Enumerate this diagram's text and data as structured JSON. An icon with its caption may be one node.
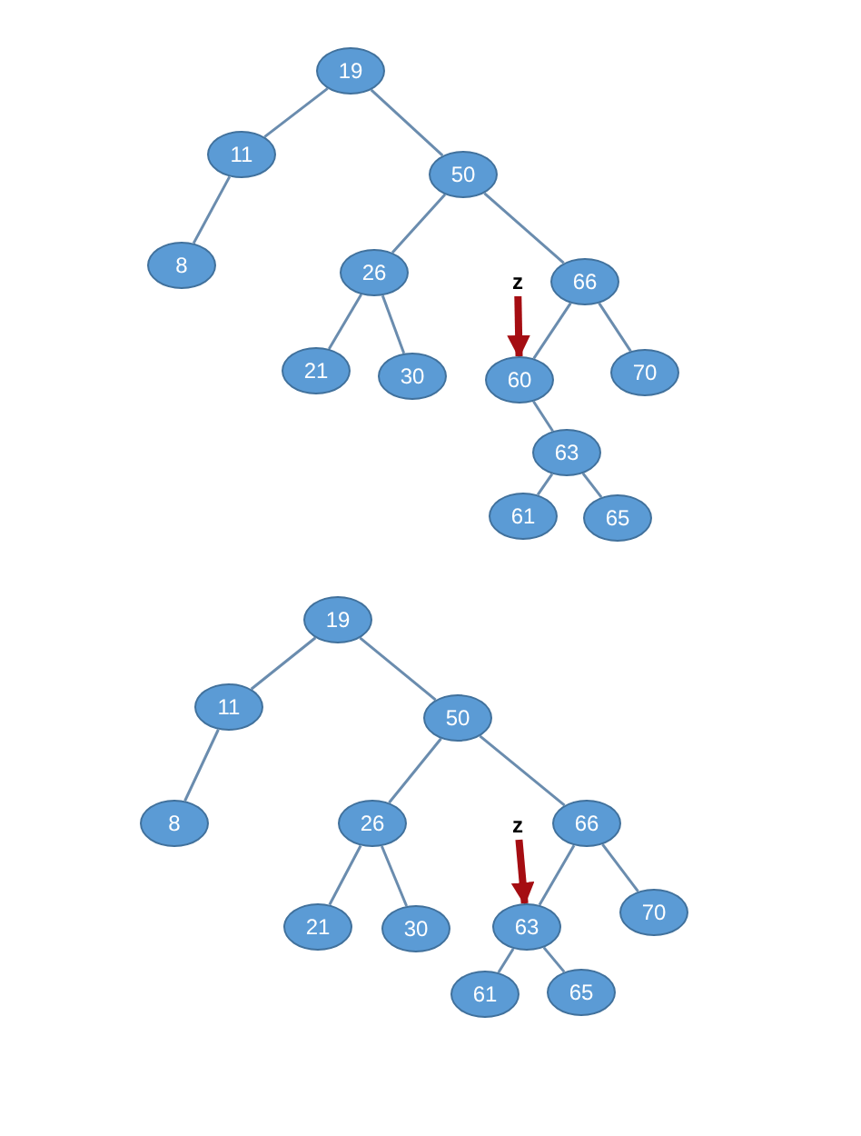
{
  "diagram": {
    "nodes": [
      {
        "text": [
          "19"
        ]
      },
      {
        "text": [
          "11"
        ]
      },
      {
        "text": [
          "50"
        ]
      },
      {
        "text": [
          "8"
        ]
      },
      {
        "text": [
          "26"
        ]
      },
      {
        "text": [
          "z"
        ]
      },
      {
        "text": [
          "66"
        ]
      },
      {
        "text": [
          "21"
        ]
      },
      {
        "text": [
          "30"
        ]
      },
      {
        "text": [
          "60"
        ]
      },
      {
        "text": [
          "70"
        ]
      },
      {
        "text": [
          "63"
        ]
      },
      {
        "text": [
          "61"
        ]
      },
      {
        "text": [
          "65"
        ]
      },
      {
        "text": [
          "19"
        ]
      },
      {
        "text": [
          "11"
        ]
      },
      {
        "text": [
          "50"
        ]
      },
      {
        "text": [
          "8"
        ]
      },
      {
        "text": [
          "26"
        ]
      },
      {
        "text": [
          "z"
        ]
      },
      {
        "text": [
          "66"
        ]
      },
      {
        "text": [
          "21"
        ]
      },
      {
        "text": [
          "30"
        ]
      },
      {
        "text": [
          "63"
        ]
      },
      {
        "text": [
          "70"
        ]
      },
      {
        "text": [
          "61"
        ]
      },
      {
        "text": [
          "65"
        ]
      }
    ],
    "edges": [
      {
        "from": 0,
        "to": 1,
        "arrow": "none"
      },
      {
        "from": 0,
        "to": 2,
        "arrow": "none"
      },
      {
        "from": 1,
        "to": 3,
        "arrow": "none"
      },
      {
        "from": 2,
        "to": 4,
        "arrow": "none"
      },
      {
        "from": 2,
        "to": 6,
        "arrow": "none"
      },
      {
        "from": 4,
        "to": 7,
        "arrow": "none"
      },
      {
        "from": 4,
        "to": 8,
        "arrow": "none"
      },
      {
        "from": 6,
        "to": 9,
        "arrow": "none"
      },
      {
        "from": 6,
        "to": 10,
        "arrow": "none"
      },
      {
        "from": 9,
        "to": 11,
        "arrow": "none"
      },
      {
        "from": 11,
        "to": 12,
        "arrow": "none"
      },
      {
        "from": 11,
        "to": 13,
        "arrow": "none"
      },
      {
        "from": 5,
        "to": 9,
        "arrow": "to",
        "style": "thick",
        "color": "#a50d12"
      },
      {
        "from": 14,
        "to": 15,
        "arrow": "none"
      },
      {
        "from": 14,
        "to": 16,
        "arrow": "none"
      },
      {
        "from": 15,
        "to": 17,
        "arrow": "none"
      },
      {
        "from": 16,
        "to": 18,
        "arrow": "none"
      },
      {
        "from": 16,
        "to": 20,
        "arrow": "none"
      },
      {
        "from": 18,
        "to": 21,
        "arrow": "none"
      },
      {
        "from": 18,
        "to": 22,
        "arrow": "none"
      },
      {
        "from": 20,
        "to": 23,
        "arrow": "none"
      },
      {
        "from": 20,
        "to": 24,
        "arrow": "none"
      },
      {
        "from": 23,
        "to": 25,
        "arrow": "none"
      },
      {
        "from": 23,
        "to": 26,
        "arrow": "none"
      },
      {
        "from": 19,
        "to": 23,
        "arrow": "to",
        "style": "thick",
        "color": "#a50d12"
      }
    ]
  }
}
